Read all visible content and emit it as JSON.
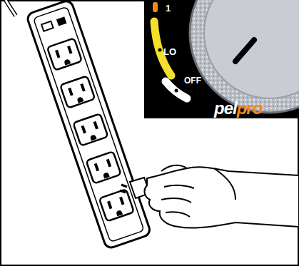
{
  "diagram": {
    "labels": [
      "1",
      "LO",
      "OFF",
      "pel",
      "pro"
    ]
  }
}
